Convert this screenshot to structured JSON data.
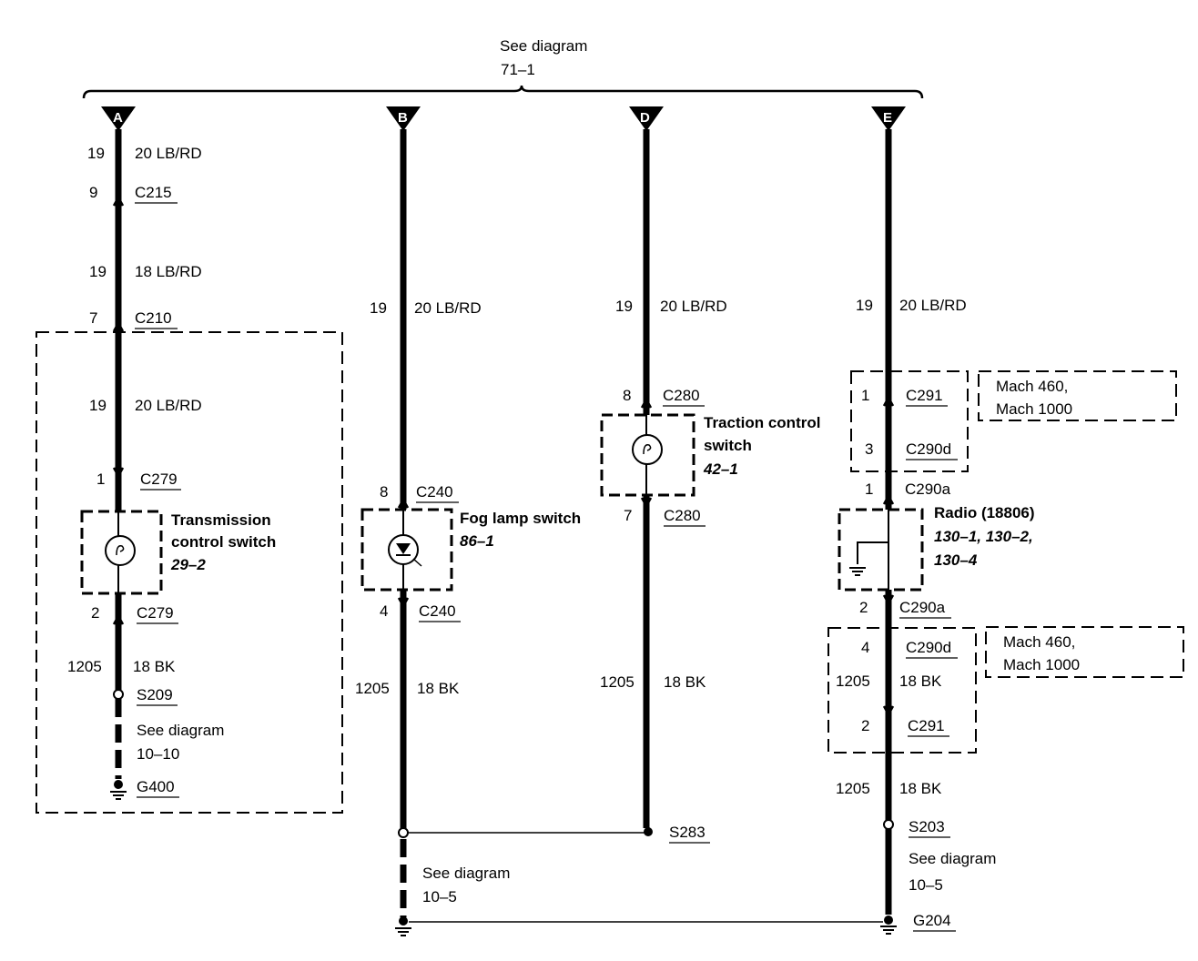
{
  "header": {
    "see_line1": "See diagram",
    "see_line2": "71–1"
  },
  "colors": {
    "ink": "#000000",
    "paper": "#ffffff"
  },
  "icons": {
    "connector_tip": "arrow-tip-icon",
    "ground": "ground-icon",
    "splice": "splice-dot-icon",
    "switch": "switch-symbol-icon"
  },
  "col_a": {
    "label": "A",
    "w1_num": "19",
    "w1_spec": "20 LB/RD",
    "c215_pin": "9",
    "c215": "C215",
    "w2_num": "19",
    "w2_spec": "18 LB/RD",
    "c210_pin": "7",
    "c210": "C210",
    "w3_num": "19",
    "w3_spec": "20 LB/RD",
    "c279_top_pin": "1",
    "c279_top": "C279",
    "switch_l1": "Transmission",
    "switch_l2": "control switch",
    "switch_ref": "29–2",
    "c279_bot_pin": "2",
    "c279_bot": "C279",
    "w4_num": "1205",
    "w4_spec": "18 BK",
    "s209": "S209",
    "see1": "See diagram",
    "see2": "10–10",
    "g400": "G400"
  },
  "col_b": {
    "label": "B",
    "w1_num": "19",
    "w1_spec": "20 LB/RD",
    "c240_top_pin": "8",
    "c240_top": "C240",
    "switch_l1": "Fog lamp switch",
    "switch_ref": "86–1",
    "c240_bot_pin": "4",
    "c240_bot": "C240",
    "w2_num": "1205",
    "w2_spec": "18 BK",
    "see1": "See diagram",
    "see2": "10–5"
  },
  "col_d": {
    "label": "D",
    "w1_num": "19",
    "w1_spec": "20 LB/RD",
    "c280_top_pin": "8",
    "c280_top": "C280",
    "switch_l1": "Traction control",
    "switch_l2": "switch",
    "switch_ref": "42–1",
    "c280_bot_pin": "7",
    "c280_bot": "C280",
    "w2_num": "1205",
    "w2_spec": "18 BK",
    "s283": "S283"
  },
  "col_e": {
    "label": "E",
    "w1_num": "19",
    "w1_spec": "20 LB/RD",
    "c291_top_pin": "1",
    "c291_top": "C291",
    "c290d_top_pin": "3",
    "c290d_top": "C290d",
    "note_top_l1": "Mach 460,",
    "note_top_l2": "Mach 1000",
    "c290a_top_pin": "1",
    "c290a_top": "C290a",
    "radio_l1": "Radio (18806)",
    "radio_l2": "130–1, 130–2,",
    "radio_l3": "130–4",
    "c290a_bot_pin": "2",
    "c290a_bot": "C290a",
    "c290d_bot_pin": "4",
    "c290d_bot": "C290d",
    "w2_num": "1205",
    "w2_spec": "18 BK",
    "note_bot_l1": "Mach 460,",
    "note_bot_l2": "Mach 1000",
    "c291_bot_pin": "2",
    "c291_bot": "C291",
    "w3_num": "1205",
    "w3_spec": "18 BK",
    "s203": "S203",
    "see1": "See diagram",
    "see2": "10–5",
    "g204": "G204"
  }
}
